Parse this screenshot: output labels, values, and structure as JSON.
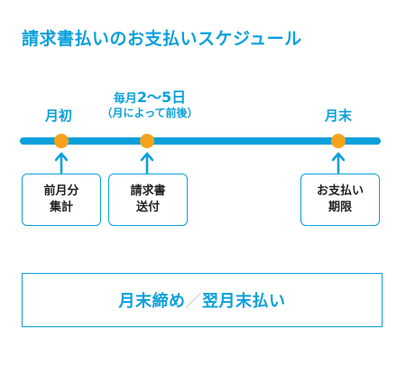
{
  "title": "請求書払いのお支払いスケジュール",
  "milestones": [
    {
      "label": "月初",
      "box_line1": "前月分",
      "box_line2": "集計"
    },
    {
      "label_prefix": "毎月",
      "label_num": "2～5日",
      "label_sub": "（月によって前後）",
      "box_line1": "請求書",
      "box_line2": "送付"
    },
    {
      "label": "月末",
      "box_line1": "お支払い",
      "box_line2": "期限"
    }
  ],
  "summary": {
    "left": "月末締め",
    "separator": "／",
    "right": "翌月末払い"
  },
  "colors": {
    "accent": "#0aa0dc",
    "dot": "#f7a21b"
  }
}
